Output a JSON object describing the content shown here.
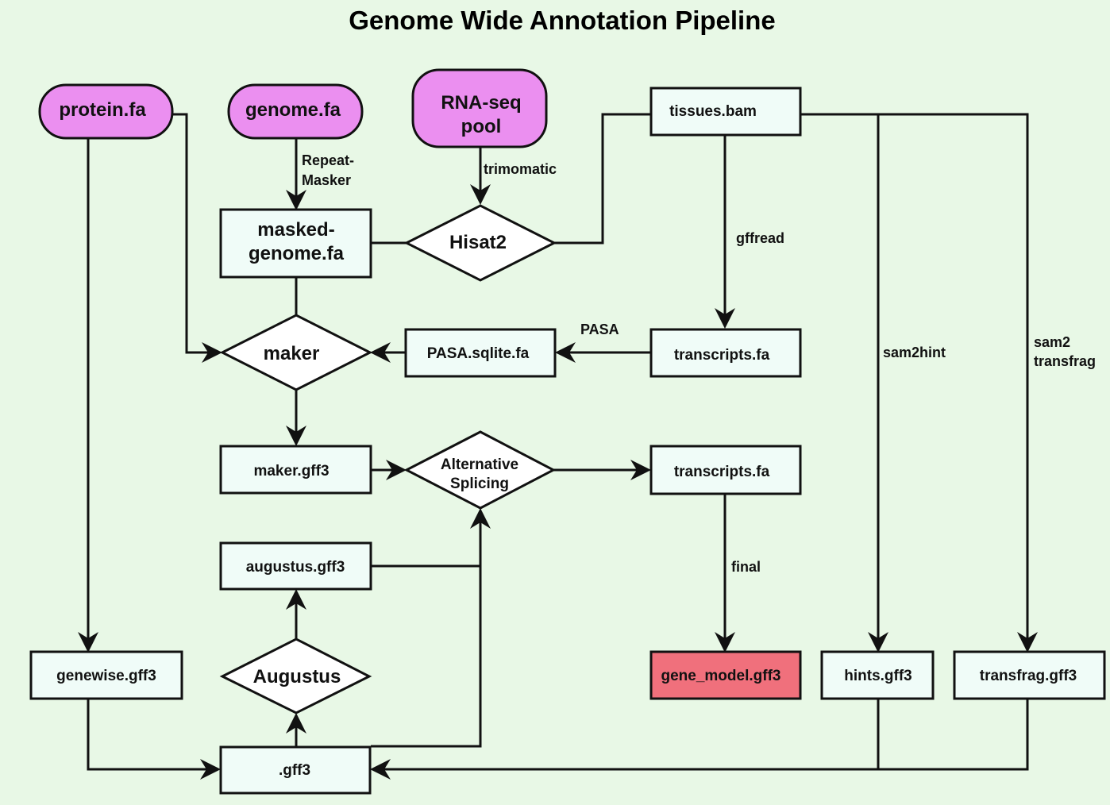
{
  "title": "Genome Wide Annotation Pipeline",
  "colors": {
    "background": "#e8f8e6",
    "input_node": "#eb8ff0",
    "box_node": "#f0fcf8",
    "final_node": "#f0707c",
    "decision_node": "#ffffff",
    "line": "#111111"
  },
  "nodes": {
    "protein_fa": "protein.fa",
    "genome_fa": "genome.fa",
    "rna_seq_pool": [
      "RNA-seq",
      "pool"
    ],
    "tissues_bam": "tissues.bam",
    "masked_genome_fa": [
      "masked-",
      "genome.fa"
    ],
    "hisat2": "Hisat2",
    "maker": "maker",
    "pasa_sqlite_fa": "PASA.sqlite.fa",
    "transcripts_fa_1": "transcripts.fa",
    "maker_gff3": "maker.gff3",
    "alternative_splicing": [
      "Alternative",
      "Splicing"
    ],
    "transcripts_fa_2": "transcripts.fa",
    "augustus_gff3": "augustus.gff3",
    "augustus": "Augustus",
    "genewise_gff3": "genewise.gff3",
    "gene_model_gff3": "gene_model.gff3",
    "hints_gff3": "hints.gff3",
    "transfrag_gff3": "transfrag.gff3",
    "gff3": ".gff3"
  },
  "edge_labels": {
    "repeat_masker": [
      "Repeat-",
      "Masker"
    ],
    "trimomatic": "trimomatic",
    "gffread": "gffread",
    "pasa": "PASA",
    "sam2hint": "sam2hint",
    "sam2transfrag": [
      "sam2",
      "transfrag"
    ],
    "final": "final"
  }
}
